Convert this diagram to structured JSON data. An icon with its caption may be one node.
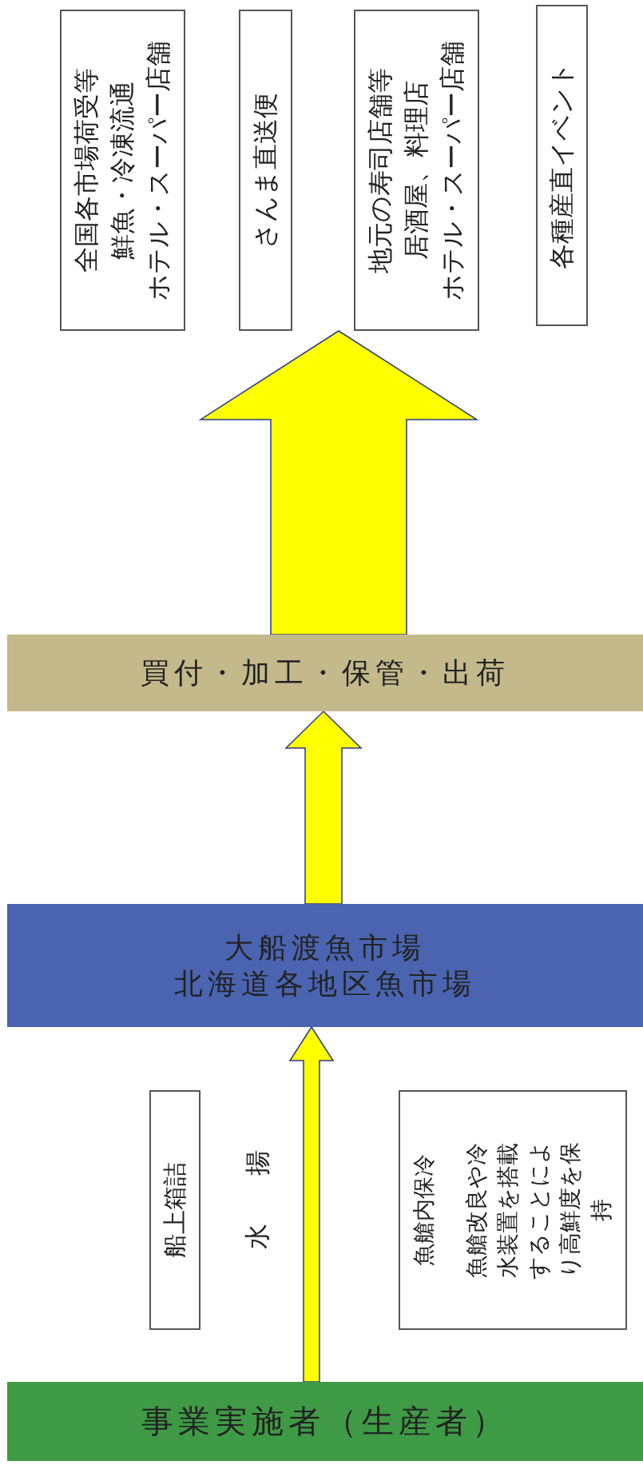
{
  "diagram": {
    "nodes": [
      {
        "text": [
          "事業実施者（生産者）"
        ]
      },
      {
        "text": [
          "船上箱詰"
        ]
      },
      {
        "text": [
          "魚艙内保冷",
          "魚艙改良や冷水装置を搭載することにより高鮮度を保持"
        ]
      },
      {
        "text": [
          "大船渡魚市場",
          "北海道各地区魚市場"
        ]
      },
      {
        "text": [
          "買付・加工・保管・出荷"
        ]
      },
      {
        "text": [
          "全国各市場荷受等",
          "鮮魚・冷凍流通",
          "ホテル・スーパー店舗"
        ]
      },
      {
        "text": [
          "さんま直送便"
        ]
      },
      {
        "text": [
          "地元の寿司店舗等",
          "居酒屋、料理店",
          "ホテル・スーパー店舗"
        ]
      },
      {
        "text": [
          "各種産直イベント"
        ]
      }
    ],
    "edges": [
      {
        "from": 0,
        "to": 3,
        "arrow": "to",
        "label": "水揚"
      },
      {
        "from": 3,
        "to": 4,
        "arrow": "to"
      },
      {
        "from": 4,
        "to": 5,
        "arrow": "to"
      },
      {
        "from": 4,
        "to": 6,
        "arrow": "to"
      },
      {
        "from": 4,
        "to": 7,
        "arrow": "to"
      },
      {
        "from": 4,
        "to": 8,
        "arrow": "to"
      }
    ]
  }
}
